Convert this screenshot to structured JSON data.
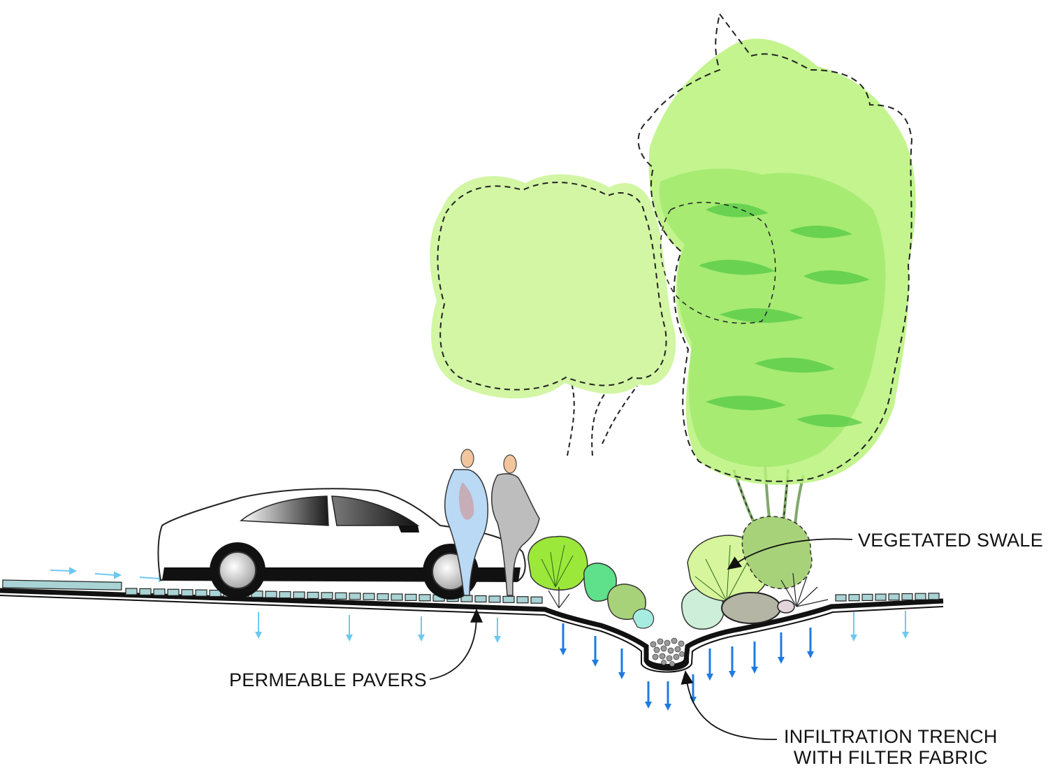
{
  "labels": {
    "vegetated_swale": "VEGETATED SWALE",
    "permeable_pavers": "PERMEABLE PAVERS",
    "infiltration_trench_line1": "INFILTRATION TRENCH",
    "infiltration_trench_line2": "WITH FILTER FABRIC"
  },
  "colors": {
    "paver_fill": "#a9d3d4",
    "runoff_arrow": "#6ec8f0",
    "infiltration_arrow": "#1e7be0",
    "foliage_light": "#cdf59a",
    "foliage_mid": "#9ee86a",
    "foliage_dark": "#4fc843",
    "pedestrian_1": "#b9d9f5",
    "pedestrian_2": "#bdbdbd",
    "skin": "#f2c59c"
  }
}
